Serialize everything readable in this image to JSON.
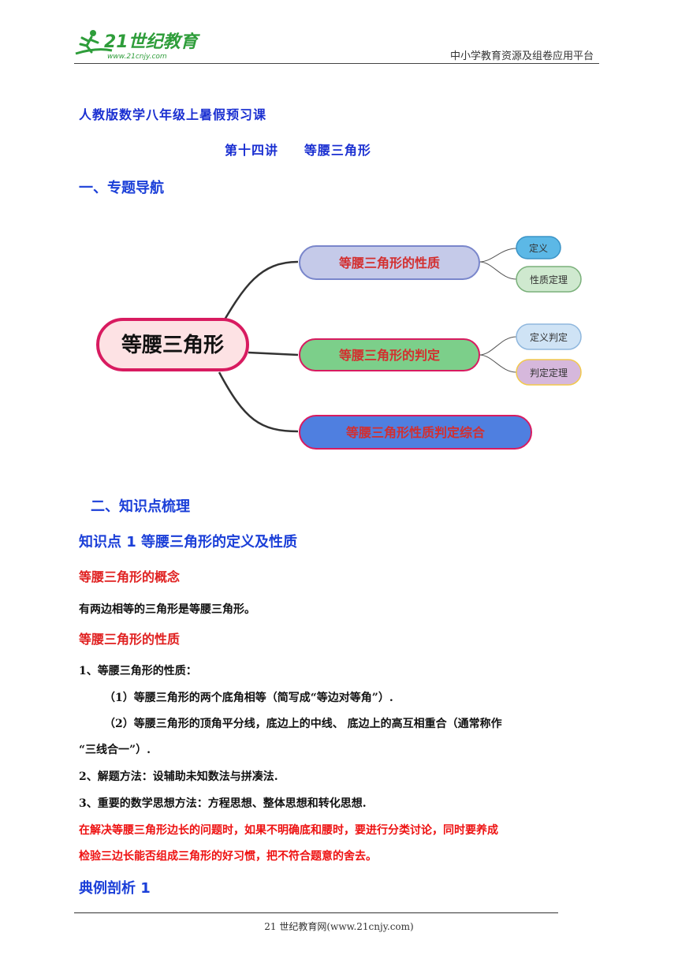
{
  "header": {
    "logo_text": "21世纪教育",
    "logo_url": "www.21cnjy.com",
    "right_text": "中小学教育资源及组卷应用平台"
  },
  "course_title": "人教版数学八年级上暑假预习课",
  "lecture_title": "第十四讲     等腰三角形",
  "section1": "一、专题导航",
  "mindmap": {
    "central": "等腰三角形",
    "branches": [
      {
        "label": "等腰三角形的性质",
        "leaves": [
          "定义",
          "性质定理"
        ]
      },
      {
        "label": "等腰三角形的判定",
        "leaves": [
          "定义判定",
          "判定定理"
        ]
      },
      {
        "label": "等腰三角形性质判定综合",
        "leaves": []
      }
    ]
  },
  "section2": "二、知识点梳理",
  "knowledge_point1": "知识点 1  等腰三角形的定义及性质",
  "concept": {
    "title": "等腰三角形的概念",
    "text": "有两边相等的三角形是等腰三角形。"
  },
  "properties": {
    "title": "等腰三角形的性质",
    "item1": "1、等腰三角形的性质：",
    "item1a": "（1）等腰三角形的两个底角相等（简写成“等边对等角”）.",
    "item1b": "（2）等腰三角形的顶角平分线，底边上的中线、  底边上的高互相重合（通常称作",
    "item1b_cont": "“三线合一”）.",
    "item2": "2、解题方法：设辅助未知数法与拼凑法.",
    "item3": "3、重要的数学思想方法：方程思想、整体思想和转化思想.",
    "note_line1": "在解决等腰三角形边长的问题时，如果不明确底和腰时，要进行分类讨论，同时要养成",
    "note_line2": "检验三边长能否组成三角形的好习惯，把不符合题意的舍去。"
  },
  "example1": "典例剖析 1",
  "footer": "21 世纪教育网(www.21cnjy.com)",
  "colors": {
    "heading_blue": "#1b3fd8",
    "red": "#e02020",
    "central_fill": "#fde2e4",
    "central_border": "#d81b60",
    "branch1_fill": "#c5cae9",
    "branch2_fill": "#7ccf8a",
    "branch3_fill": "#4f7fe0"
  }
}
